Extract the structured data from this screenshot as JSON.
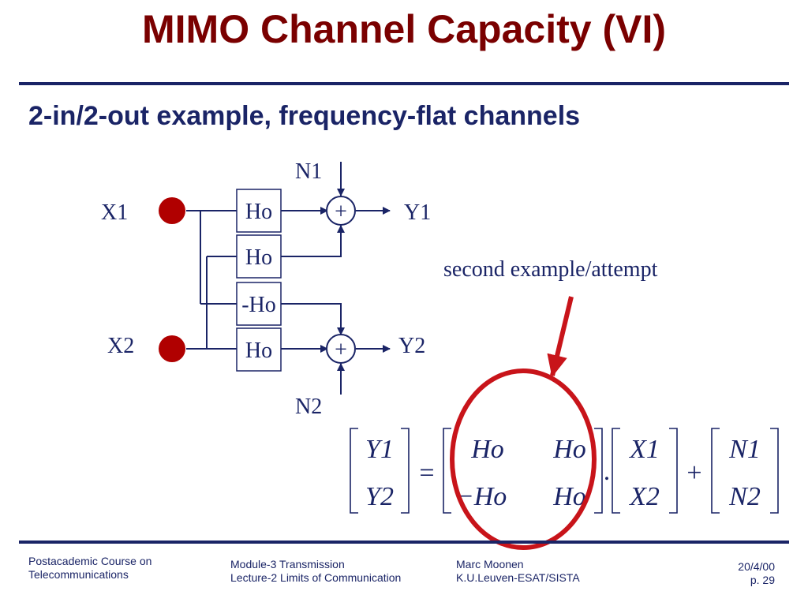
{
  "slide": {
    "title": "MIMO Channel Capacity (VI)",
    "subtitle": "2-in/2-out example, frequency-flat channels"
  },
  "diagram": {
    "inputs": [
      "X1",
      "X2"
    ],
    "outputs": [
      "Y1",
      "Y2"
    ],
    "noise": [
      "N1",
      "N2"
    ],
    "blocks": [
      "Ho",
      "Ho",
      "-Ho",
      "Ho"
    ],
    "adder_symbol": "+",
    "annotation": "second example/attempt"
  },
  "equation": {
    "lhs": [
      "Y1",
      "Y2"
    ],
    "equals": "=",
    "matrix": [
      [
        "Ho",
        "Ho"
      ],
      [
        "−Ho",
        "Ho"
      ]
    ],
    "dot": ".",
    "vector_x": [
      "X1",
      "X2"
    ],
    "plus": "+",
    "vector_n": [
      "N1",
      "N2"
    ]
  },
  "footer": {
    "course_line1": "Postacademic Course on",
    "course_line2": "Telecommunications",
    "module_line1": "Module-3  Transmission",
    "module_line2": "Lecture-2  Limits of Communication",
    "author_line1": "Marc Moonen",
    "author_line2": "K.U.Leuven-ESAT/SISTA",
    "date": "20/4/00",
    "page": "p. 29"
  },
  "colors": {
    "title": "#7a0000",
    "accent": "#1a2466",
    "source_dot": "#b00000",
    "highlight": "#c8141a"
  }
}
